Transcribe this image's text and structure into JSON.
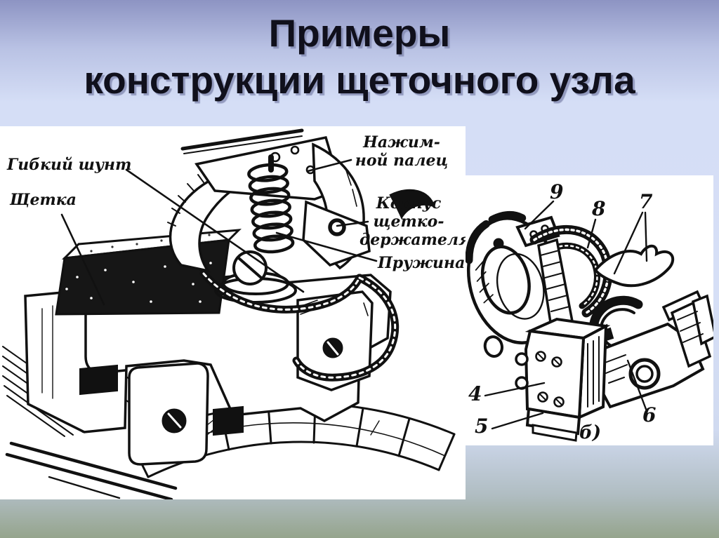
{
  "slide": {
    "title_line1": "Примеры",
    "title_line2": "конструкции щеточного узла"
  },
  "figure_a": {
    "labels": {
      "flexible_shunt": "Гибкий шунт",
      "brush": "Щетка",
      "pressure_finger_line1": "Нажим-",
      "pressure_finger_line2": "ной палец",
      "holder_body_line1": "Корпус",
      "holder_body_line2": "щетко-",
      "holder_body_line3": "держателя",
      "spring": "Пружина"
    }
  },
  "figure_b": {
    "caption": "б)",
    "numbers": {
      "n4": "4",
      "n5": "5",
      "n6": "6",
      "n7": "7",
      "n8": "8",
      "n9": "9"
    }
  },
  "colors": {
    "title_text": "#10101c",
    "background_top": "#8d94c3",
    "background_light": "#d5def6",
    "background_bottom": "#95a48c",
    "panel": "#ffffff",
    "ink": "#111111"
  }
}
